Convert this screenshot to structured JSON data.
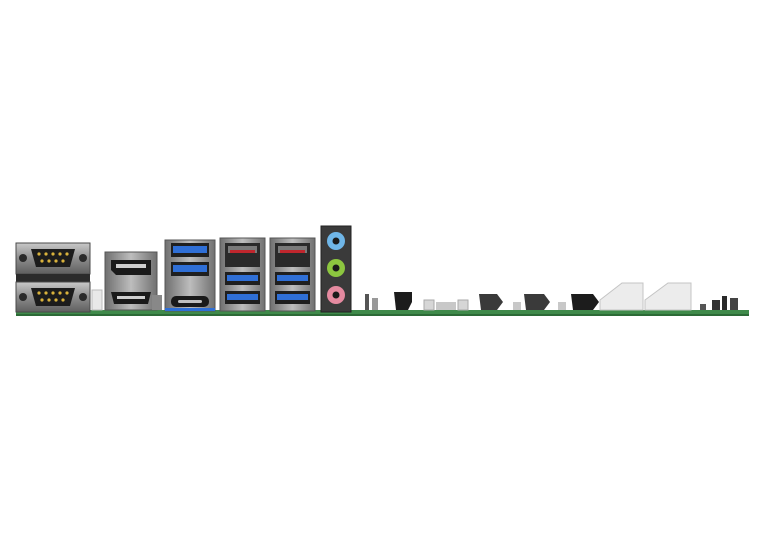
{
  "image": {
    "subject": "motherboard-rear-io-panel",
    "background_color": "#ffffff",
    "pcb_color": "#3f8a4a"
  },
  "io_ports": [
    {
      "name": "serial-port-top",
      "icon": "db9-connector-icon"
    },
    {
      "name": "serial-port-bottom",
      "icon": "db9-connector-icon"
    },
    {
      "name": "displayport",
      "icon": "displayport-icon"
    },
    {
      "name": "hdmi-port",
      "icon": "hdmi-icon"
    },
    {
      "name": "usb3-port",
      "icon": "usb-icon",
      "color": "#2f6fd6"
    },
    {
      "name": "usb-c-port",
      "icon": "usb-c-icon"
    },
    {
      "name": "ethernet-port",
      "icon": "rj45-icon",
      "color": "#c0262d"
    },
    {
      "name": "audio-jack-line-in",
      "icon": "audio-jack-icon",
      "color": "#6fb6e8"
    },
    {
      "name": "audio-jack-line-out",
      "icon": "audio-jack-icon",
      "color": "#8cc63f"
    },
    {
      "name": "audio-jack-mic",
      "icon": "audio-jack-icon",
      "color": "#e58aa0"
    }
  ]
}
